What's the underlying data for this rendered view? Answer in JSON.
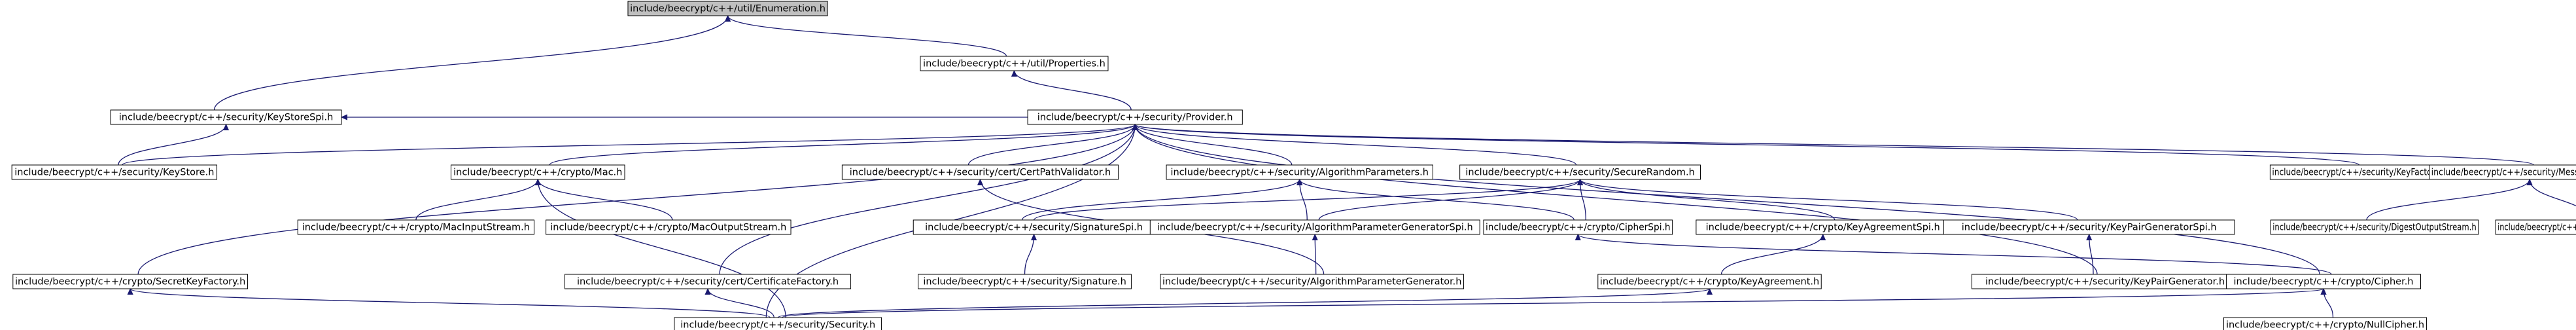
{
  "diagram": {
    "type": "include-dependency-graph",
    "colors": {
      "node_fill": "#ffffff",
      "node_stroke": "#000000",
      "highlight_fill": "#bfbfbf",
      "edge": "#191970"
    },
    "nodes": [
      {
        "id": "n_enum",
        "label": "include/beecrypt/c++/util/Enumeration.h",
        "highlight": true
      },
      {
        "id": "n_ksspi",
        "label": "include/beecrypt/c++/security/KeyStoreSpi.h"
      },
      {
        "id": "n_props",
        "label": "include/beecrypt/c++/util/Properties.h"
      },
      {
        "id": "n_provider",
        "label": "include/beecrypt/c++/security/Provider.h"
      },
      {
        "id": "n_keystore",
        "label": "include/beecrypt/c++/security/KeyStore.h"
      },
      {
        "id": "n_mac",
        "label": "include/beecrypt/c++/crypto/Mac.h"
      },
      {
        "id": "n_cpv",
        "label": "include/beecrypt/c++/security/cert/CertPathValidator.h"
      },
      {
        "id": "n_algp",
        "label": "include/beecrypt/c++/security/AlgorithmParameters.h"
      },
      {
        "id": "n_sr",
        "label": "include/beecrypt/c++/security/SecureRandom.h"
      },
      {
        "id": "n_kf",
        "label": "include/beecrypt/c++/security/KeyFactory.h"
      },
      {
        "id": "n_md",
        "label": "include/beecrypt/c++/security/MessageDigest.h"
      },
      {
        "id": "n_macin",
        "label": "include/beecrypt/c++/crypto/MacInputStream.h"
      },
      {
        "id": "n_macout",
        "label": "include/beecrypt/c++/crypto/MacOutputStream.h"
      },
      {
        "id": "n_sigspi",
        "label": "include/beecrypt/c++/security/SignatureSpi.h"
      },
      {
        "id": "n_apgspi",
        "label": "include/beecrypt/c++/security/AlgorithmParameterGeneratorSpi.h"
      },
      {
        "id": "n_cspi",
        "label": "include/beecrypt/c++/crypto/CipherSpi.h"
      },
      {
        "id": "n_kaspi",
        "label": "include/beecrypt/c++/crypto/KeyAgreementSpi.h"
      },
      {
        "id": "n_kpgspi",
        "label": "include/beecrypt/c++/security/KeyPairGeneratorSpi.h"
      },
      {
        "id": "n_dos",
        "label": "include/beecrypt/c++/security/DigestOutputStream.h"
      },
      {
        "id": "n_dis",
        "label": "include/beecrypt/c++/security/DigestInputStream.h"
      },
      {
        "id": "n_skf",
        "label": "include/beecrypt/c++/crypto/SecretKeyFactory.h"
      },
      {
        "id": "n_cf",
        "label": "include/beecrypt/c++/security/cert/CertificateFactory.h"
      },
      {
        "id": "n_sig",
        "label": "include/beecrypt/c++/security/Signature.h"
      },
      {
        "id": "n_apg",
        "label": "include/beecrypt/c++/security/AlgorithmParameterGenerator.h"
      },
      {
        "id": "n_ka",
        "label": "include/beecrypt/c++/crypto/KeyAgreement.h"
      },
      {
        "id": "n_kpg",
        "label": "include/beecrypt/c++/security/KeyPairGenerator.h"
      },
      {
        "id": "n_cipher",
        "label": "include/beecrypt/c++/crypto/Cipher.h"
      },
      {
        "id": "n_security",
        "label": "include/beecrypt/c++/security/Security.h"
      },
      {
        "id": "n_null",
        "label": "include/beecrypt/c++/crypto/NullCipher.h"
      }
    ],
    "edges": [
      [
        "n_ksspi",
        "n_enum"
      ],
      [
        "n_props",
        "n_enum"
      ],
      [
        "n_provider",
        "n_props"
      ],
      [
        "n_provider",
        "n_ksspi"
      ],
      [
        "n_keystore",
        "n_ksspi"
      ],
      [
        "n_keystore",
        "n_provider"
      ],
      [
        "n_mac",
        "n_provider"
      ],
      [
        "n_cpv",
        "n_provider"
      ],
      [
        "n_algp",
        "n_provider"
      ],
      [
        "n_sr",
        "n_provider"
      ],
      [
        "n_kf",
        "n_provider"
      ],
      [
        "n_md",
        "n_provider"
      ],
      [
        "n_skf",
        "n_provider"
      ],
      [
        "n_cf",
        "n_provider"
      ],
      [
        "n_security",
        "n_provider"
      ],
      [
        "n_kpg",
        "n_provider"
      ],
      [
        "n_cipher",
        "n_provider"
      ],
      [
        "n_macin",
        "n_mac"
      ],
      [
        "n_macout",
        "n_mac"
      ],
      [
        "n_security",
        "n_mac"
      ],
      [
        "n_apg",
        "n_cpv"
      ],
      [
        "n_sigspi",
        "n_algp"
      ],
      [
        "n_apgspi",
        "n_algp"
      ],
      [
        "n_cspi",
        "n_algp"
      ],
      [
        "n_sigspi",
        "n_sr"
      ],
      [
        "n_apgspi",
        "n_sr"
      ],
      [
        "n_cspi",
        "n_sr"
      ],
      [
        "n_kaspi",
        "n_sr"
      ],
      [
        "n_kpgspi",
        "n_sr"
      ],
      [
        "n_dos",
        "n_md"
      ],
      [
        "n_dis",
        "n_md"
      ],
      [
        "n_sig",
        "n_sigspi"
      ],
      [
        "n_apg",
        "n_apgspi"
      ],
      [
        "n_cipher",
        "n_cspi"
      ],
      [
        "n_ka",
        "n_kaspi"
      ],
      [
        "n_kpg",
        "n_kpgspi"
      ],
      [
        "n_security",
        "n_skf"
      ],
      [
        "n_security",
        "n_cf"
      ],
      [
        "n_security",
        "n_ka"
      ],
      [
        "n_security",
        "n_cipher"
      ],
      [
        "n_null",
        "n_cipher"
      ]
    ]
  }
}
